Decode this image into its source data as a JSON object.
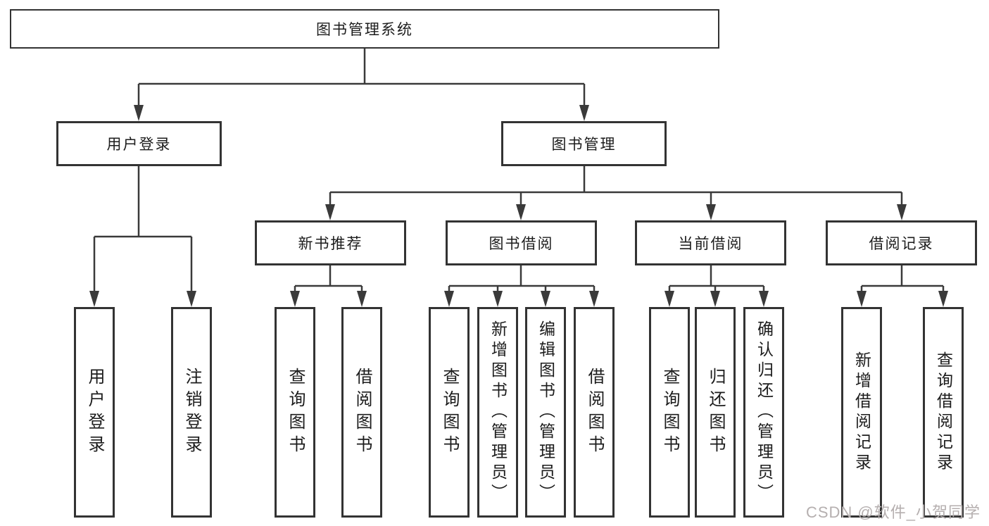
{
  "diagram": {
    "root": "图书管理系统",
    "level2": {
      "user_login": "用户登录",
      "book_management": "图书管理"
    },
    "level3": {
      "new_book_recommend": "新书推荐",
      "book_borrow": "图书借阅",
      "current_borrow": "当前借阅",
      "borrow_records": "借阅记录"
    },
    "leaves": {
      "user_login": [
        "用户登录",
        "注销登录"
      ],
      "new_book_recommend": [
        "查询图书",
        "借阅图书"
      ],
      "book_borrow": [
        "查询图书",
        "新增图书（管理员）",
        "编辑图书（管理员）",
        "借阅图书"
      ],
      "current_borrow": [
        "查询图书",
        "归还图书",
        "确认归还（管理员）"
      ],
      "borrow_records": [
        "新增借阅记录",
        "查询借阅记录"
      ]
    },
    "watermark": "CSDN @软件_小贺同学"
  },
  "colors": {
    "line": "#3a3a3a",
    "box_border": "#333333",
    "text": "#1c1c1c",
    "watermark": "#b5afaf",
    "background": "#ffffff"
  }
}
